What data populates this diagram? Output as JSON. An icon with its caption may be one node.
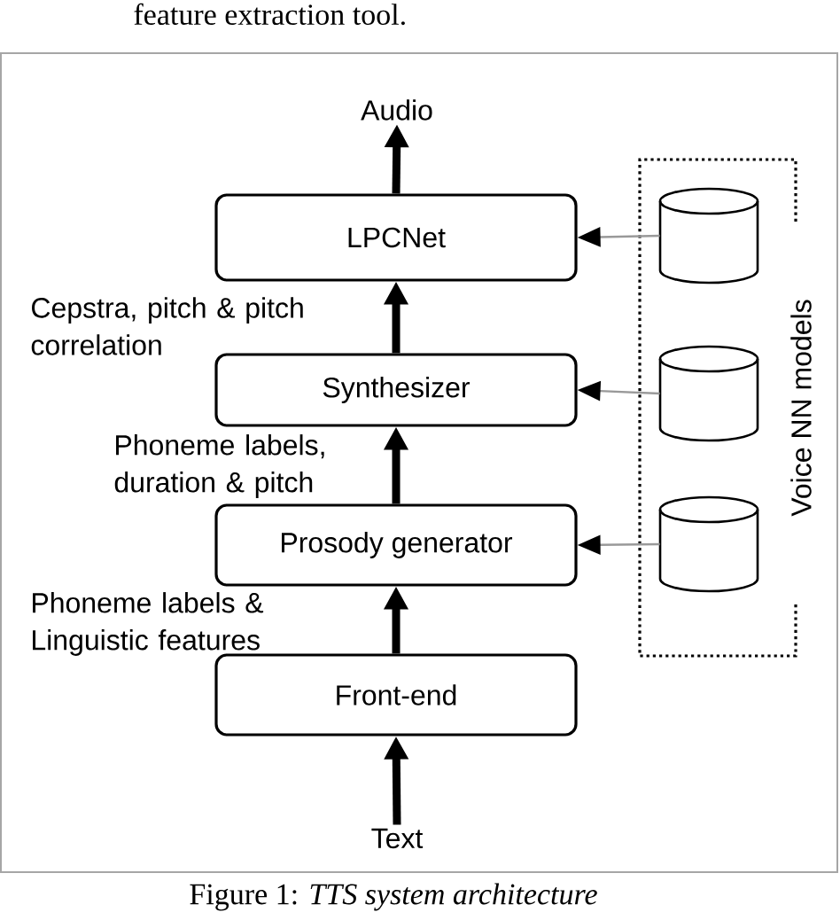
{
  "diagram": {
    "caption": "Figure 1: *TTS system architecture*",
    "nodes": [
      {
        "text": [
          "Audio"
        ]
      },
      {
        "text": [
          "LPCNet"
        ]
      },
      {
        "text": [
          "Synthesizer"
        ]
      },
      {
        "text": [
          "Prosody generator"
        ]
      },
      {
        "text": [
          "Front-end"
        ]
      },
      {
        "text": [
          "Text"
        ]
      },
      {
        "text": [
          "Voice NN models"
        ]
      },
      {
        "text": [],
        "shape": "cylinder",
        "in": 6
      },
      {
        "text": [],
        "shape": "cylinder",
        "in": 6
      },
      {
        "text": [],
        "shape": "cylinder",
        "in": 6
      }
    ],
    "edges": [
      {
        "from": 1,
        "to": 0,
        "arrow": "to"
      },
      {
        "from": 2,
        "to": 1,
        "arrow": "to",
        "label": "Cepstra, pitch & pitch correlation"
      },
      {
        "from": 3,
        "to": 2,
        "arrow": "to",
        "label": "Phoneme labels, duration & pitch"
      },
      {
        "from": 4,
        "to": 3,
        "arrow": "to",
        "label": "Phoneme labels & Linguistic features"
      },
      {
        "from": 5,
        "to": 4,
        "arrow": "to"
      },
      {
        "from": 7,
        "to": 1,
        "arrow": "to",
        "color": "#999999"
      },
      {
        "from": 8,
        "to": 2,
        "arrow": "to",
        "color": "#999999"
      },
      {
        "from": 9,
        "to": 3,
        "arrow": "to",
        "color": "#999999"
      }
    ],
    "labels": [
      "feature extraction tool."
    ]
  }
}
